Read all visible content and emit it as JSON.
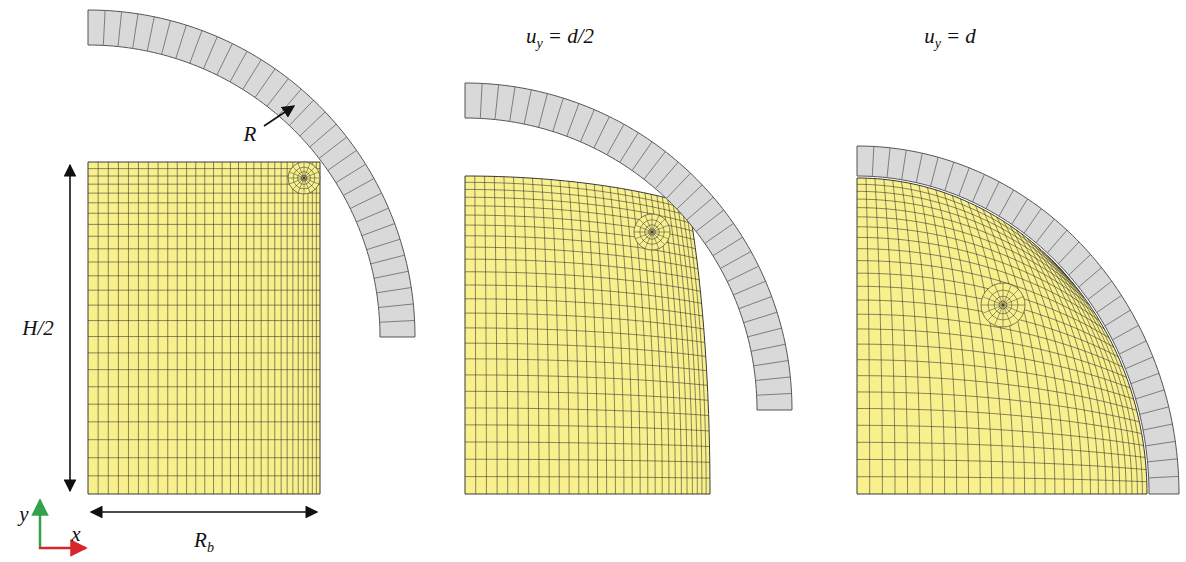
{
  "diagram": {
    "labels": [
      "R",
      "H/2",
      "R",
      "b",
      "u",
      "y",
      "= d/2",
      "u",
      "y",
      "= d",
      "y",
      "x"
    ]
  }
}
